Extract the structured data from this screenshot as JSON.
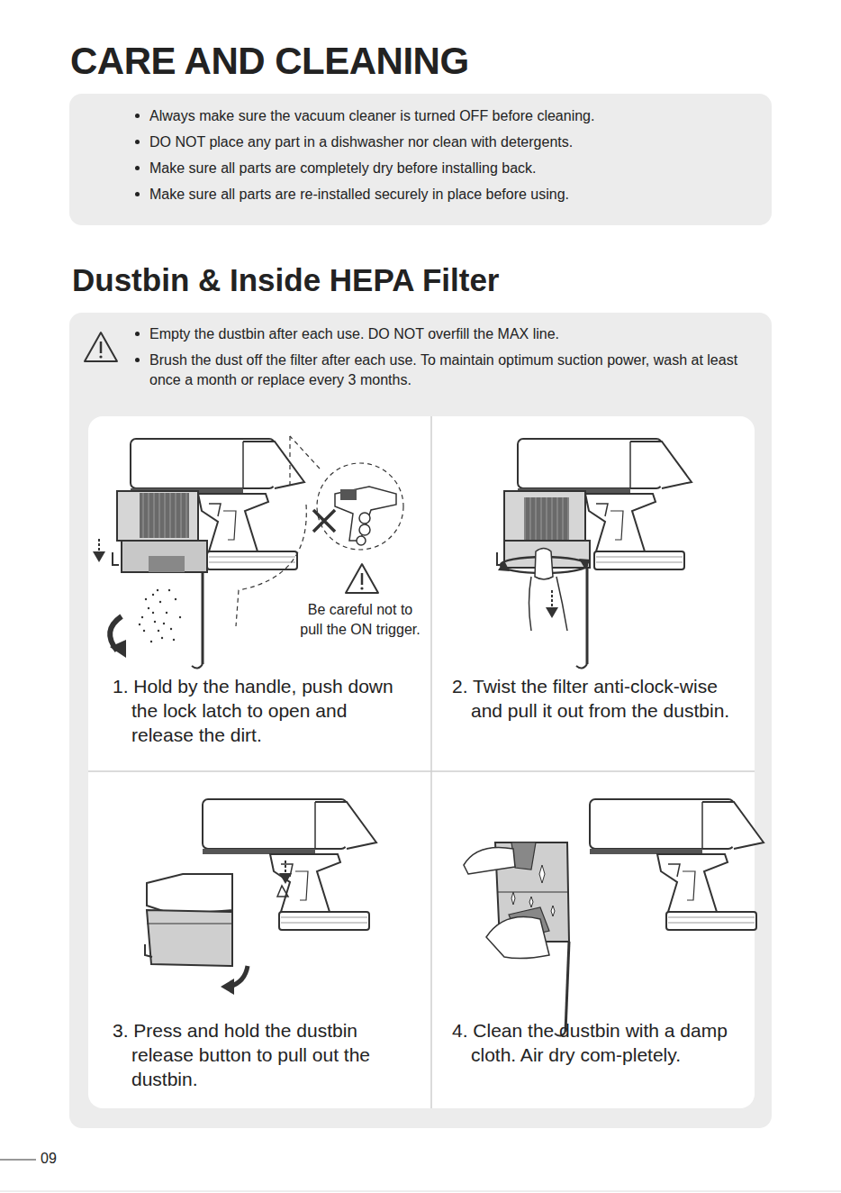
{
  "diagram": {
    "title": "CARE AND CLEANING",
    "nodes": [
      {
        "text": [
          "Always make sure the vacuum cleaner is turned OFF before cleaning.",
          "DO NOT place any part in a dishwasher nor clean with detergents.",
          "Make sure all parts are completely dry before installing back.",
          "Make sure all parts are re-installed securely in place before using."
        ]
      },
      {
        "text": [
          "Dustbin & Inside HEPA Filter",
          "Empty the dustbin after each use. DO NOT overfill the MAX line.",
          "Brush the dust off the filter after each use. To maintain optimum suction power, wash at least once a month or replace every 3 months."
        ]
      },
      {
        "text": [
          "1. Hold by the handle, push down the lock latch to open and release the dirt."
        ],
        "in": 1
      },
      {
        "text": [
          "2. Twist the filter anti-clock-wise and pull it out from the dustbin."
        ],
        "in": 1
      },
      {
        "text": [
          "3. Press and hold the dustbin release button to pull out the dustbin."
        ],
        "in": 1
      },
      {
        "text": [
          "4. Clean the dustbin with a damp cloth. Air dry com-pletely."
        ],
        "in": 1
      }
    ],
    "labels": [
      "Be careful not to pull the ON trigger.",
      "09"
    ]
  }
}
